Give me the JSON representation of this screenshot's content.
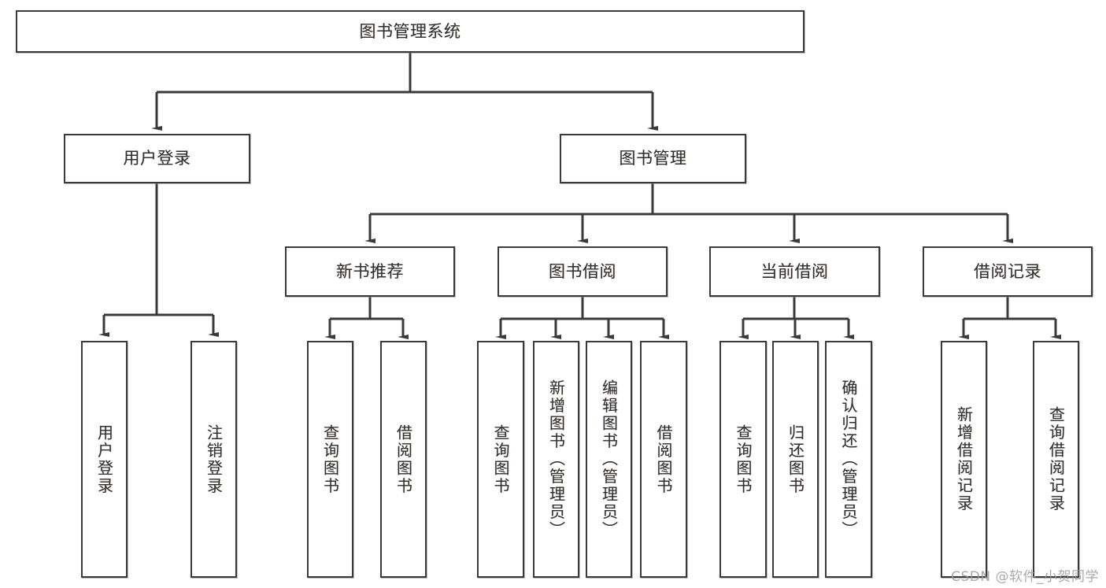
{
  "diagram": {
    "title_node": {
      "label": "图书管理系统"
    },
    "level2": [
      {
        "id": "user-login",
        "label": "用户登录"
      },
      {
        "id": "book-management",
        "label": "图书管理"
      }
    ],
    "level3": [
      {
        "id": "new-book-recommend",
        "label": "新书推荐"
      },
      {
        "id": "book-borrow",
        "label": "图书借阅"
      },
      {
        "id": "current-borrow",
        "label": "当前借阅"
      },
      {
        "id": "borrow-record",
        "label": "借阅记录"
      }
    ],
    "leaves": [
      {
        "id": "leaf-user-login",
        "label": "用户登录",
        "parent": "user-login"
      },
      {
        "id": "leaf-logout-login",
        "label": "注销登录",
        "parent": "user-login"
      },
      {
        "id": "leaf-query-book-1",
        "label": "查询图书",
        "parent": "new-book-recommend"
      },
      {
        "id": "leaf-borrow-book-1",
        "label": "借阅图书",
        "parent": "new-book-recommend"
      },
      {
        "id": "leaf-query-book-2",
        "label": "查询图书",
        "parent": "book-borrow"
      },
      {
        "id": "leaf-add-book",
        "label": "新增图书（管理员）",
        "parent": "book-borrow"
      },
      {
        "id": "leaf-edit-book",
        "label": "编辑图书（管理员）",
        "parent": "book-borrow"
      },
      {
        "id": "leaf-borrow-book-2",
        "label": "借阅图书",
        "parent": "book-borrow"
      },
      {
        "id": "leaf-query-book-3",
        "label": "查询图书",
        "parent": "current-borrow"
      },
      {
        "id": "leaf-return-book",
        "label": "归还图书",
        "parent": "current-borrow"
      },
      {
        "id": "leaf-confirm-return",
        "label": "确认归还（管理员）",
        "parent": "current-borrow"
      },
      {
        "id": "leaf-add-record",
        "label": "新增借阅记录",
        "parent": "borrow-record"
      },
      {
        "id": "leaf-query-record",
        "label": "查询借阅记录",
        "parent": "borrow-record"
      }
    ],
    "watermark": "CSDN @软件_小贺同学",
    "colors": {
      "stroke": "#3a3a3a",
      "text": "#2f2f2f",
      "background": "#ffffff",
      "watermark": "#9a9a9a"
    }
  }
}
